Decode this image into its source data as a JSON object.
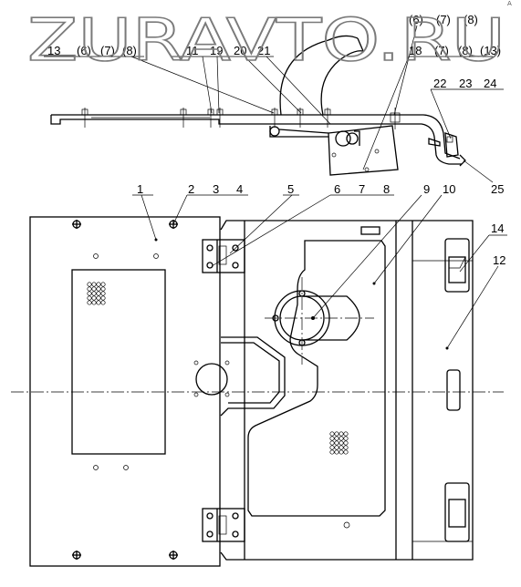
{
  "watermark": {
    "text": "ZURAVTO.RU"
  },
  "corner_mark": "A",
  "labels": {
    "top_left": [
      "13",
      "(6)",
      "(7)",
      "(8)",
      "11",
      "19",
      "20",
      "21"
    ],
    "top_right": [
      "(6)",
      "(7)",
      "(8)",
      "18",
      "(7)",
      "(8)",
      "(13)"
    ],
    "right_group": [
      "22",
      "23",
      "24",
      "25"
    ],
    "main": [
      "1",
      "2",
      "3",
      "4",
      "5",
      "6",
      "7",
      "8",
      "9",
      "10",
      "14",
      "12"
    ]
  }
}
